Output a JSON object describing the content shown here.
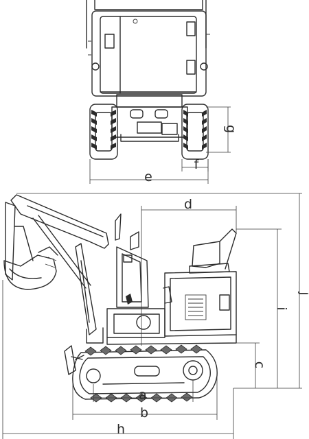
{
  "labels": {
    "d": "d",
    "e": "e",
    "f": "f",
    "g": "g",
    "h": "h",
    "a": "a",
    "b": "b",
    "c": "c",
    "i": "i",
    "j": "j"
  }
}
